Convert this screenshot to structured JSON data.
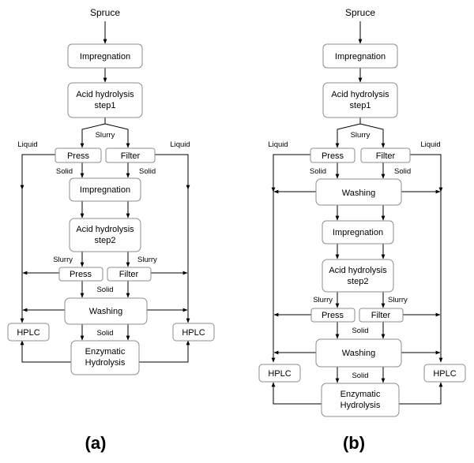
{
  "diagram_a": {
    "caption": "(a)",
    "spruce": "Spruce",
    "impregnation1": "Impregnation",
    "acid1_line1": "Acid hydrolysis",
    "acid1_line2": "step1",
    "slurry1": "Slurry",
    "liquid_left": "Liquid",
    "liquid_right": "Liquid",
    "press1": "Press",
    "filter1": "Filter",
    "solid_left": "Solid",
    "solid_right": "Solid",
    "impregnation2": "Impregnation",
    "acid2_line1": "Acid hydrolysis",
    "acid2_line2": "step2",
    "slurry_left": "Slurry",
    "slurry_right": "Slurry",
    "press2": "Press",
    "filter2": "Filter",
    "solid_mid": "Solid",
    "washing": "Washing",
    "solid_bottom": "Solid",
    "hplc_left": "HPLC",
    "hplc_right": "HPLC",
    "enz_line1": "Enzymatic",
    "enz_line2": "Hydrolysis"
  },
  "diagram_b": {
    "caption": "(b)",
    "spruce": "Spruce",
    "impregnation1": "Impregnation",
    "acid1_line1": "Acid hydrolysis",
    "acid1_line2": "step1",
    "slurry1": "Slurry",
    "liquid_left": "Liquid",
    "liquid_right": "Liquid",
    "press1": "Press",
    "filter1": "Filter",
    "solid_left": "Solid",
    "solid_right": "Solid",
    "washing1": "Washing",
    "impregnation2": "Impregnation",
    "acid2_line1": "Acid hydrolysis",
    "acid2_line2": "step2",
    "slurry_left": "Slurry",
    "slurry_right": "Slurry",
    "press2": "Press",
    "filter2": "Filter",
    "solid_mid": "Solid",
    "washing2": "Washing",
    "solid_bottom": "Solid",
    "hplc_left": "HPLC",
    "hplc_right": "HPLC",
    "enz_line1": "Enzymatic",
    "enz_line2": "Hydrolysis"
  }
}
